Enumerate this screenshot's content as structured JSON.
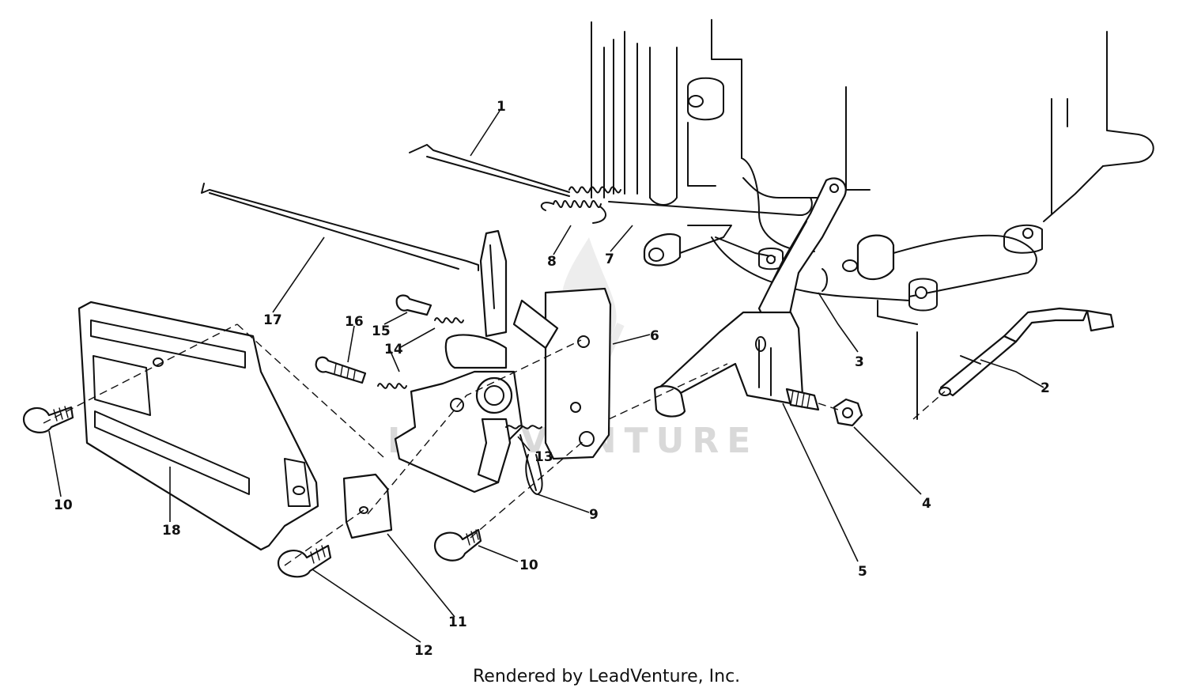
{
  "diagram": {
    "callouts": [
      {
        "id": "c1",
        "label": "1"
      },
      {
        "id": "c2",
        "label": "2"
      },
      {
        "id": "c3",
        "label": "3"
      },
      {
        "id": "c4",
        "label": "4"
      },
      {
        "id": "c5",
        "label": "5"
      },
      {
        "id": "c6",
        "label": "6"
      },
      {
        "id": "c7",
        "label": "7"
      },
      {
        "id": "c8",
        "label": "8"
      },
      {
        "id": "c9",
        "label": "9"
      },
      {
        "id": "c10a",
        "label": "10"
      },
      {
        "id": "c10b",
        "label": "10"
      },
      {
        "id": "c11",
        "label": "11"
      },
      {
        "id": "c12",
        "label": "12"
      },
      {
        "id": "c13",
        "label": "13"
      },
      {
        "id": "c14",
        "label": "14"
      },
      {
        "id": "c15",
        "label": "15"
      },
      {
        "id": "c16",
        "label": "16"
      },
      {
        "id": "c17",
        "label": "17"
      },
      {
        "id": "c18",
        "label": "18"
      }
    ],
    "watermark": "LEADVENTURE",
    "credit": "Rendered by LeadVenture, Inc."
  }
}
